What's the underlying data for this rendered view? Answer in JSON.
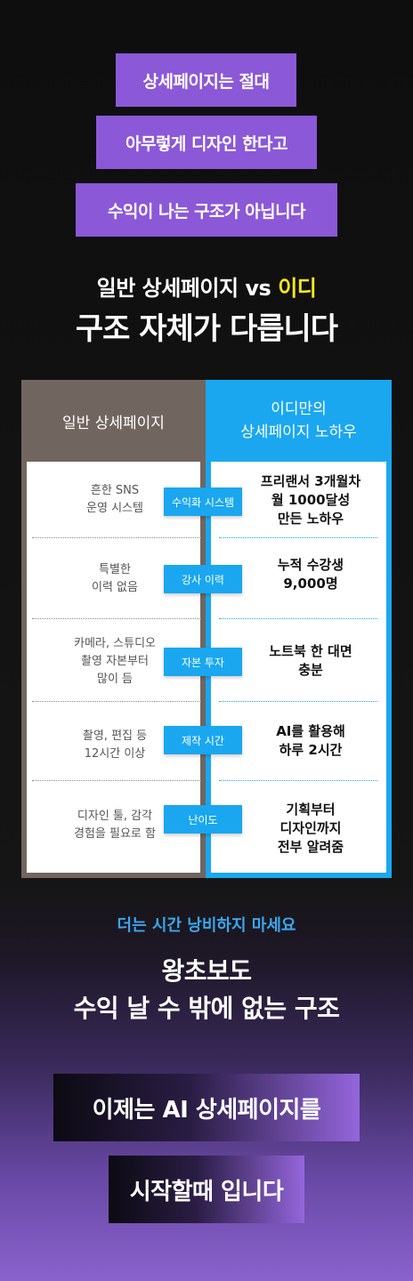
{
  "intro": {
    "line1": "상세페이지는 절대",
    "line2": "아무렇게 디자인 한다고",
    "line3": "수익이 나는 구조가 아닙니다"
  },
  "heading": {
    "line1_prefix": "일반 상세페이지 vs ",
    "line1_highlight": "이디",
    "line2": "구조 자체가 다릅니다"
  },
  "comparison": {
    "left_header": "일반 상세페이지",
    "right_header_line1": "이디만의",
    "right_header_line2": "상세페이지 노하우",
    "rows": [
      {
        "left": [
          "흔한 SNS",
          "운영 시스템"
        ],
        "badge": "수익화 시스템",
        "right": [
          "프리랜서 3개월차",
          "월 1000달성",
          "만든 노하우"
        ]
      },
      {
        "left": [
          "특별한",
          "이력 없음"
        ],
        "badge": "강사 이력",
        "right": [
          "누적 수강생",
          "9,000명"
        ]
      },
      {
        "left": [
          "카메라, 스튜디오",
          "촬영 자본부터",
          "많이 듬"
        ],
        "badge": "자본 투자",
        "right": [
          "노트북 한 대면",
          "충분"
        ]
      },
      {
        "left": [
          "촬영, 편집 등",
          "12시간 이상"
        ],
        "badge": "제작 시간",
        "right": [
          "AI를 활용해",
          "하루 2시간"
        ]
      },
      {
        "left": [
          "디자인 툴, 감각",
          "경험을 필요로 함"
        ],
        "badge": "난이도",
        "right": [
          "기획부터",
          "디자인까지",
          "전부 알려줌"
        ]
      }
    ]
  },
  "closing": {
    "tag": "더는 시간 낭비하지 마세요",
    "line1": "왕초보도",
    "line2": "수익 날 수 밖에 없는 구조",
    "cta1": "이제는 AI 상세페이지를",
    "cta2": "시작할때 입니다"
  },
  "colors": {
    "purple": "#8b58d8",
    "highlight_yellow": "#f7e81c",
    "blue": "#1aa7f0",
    "gray_brown": "#71665f"
  }
}
